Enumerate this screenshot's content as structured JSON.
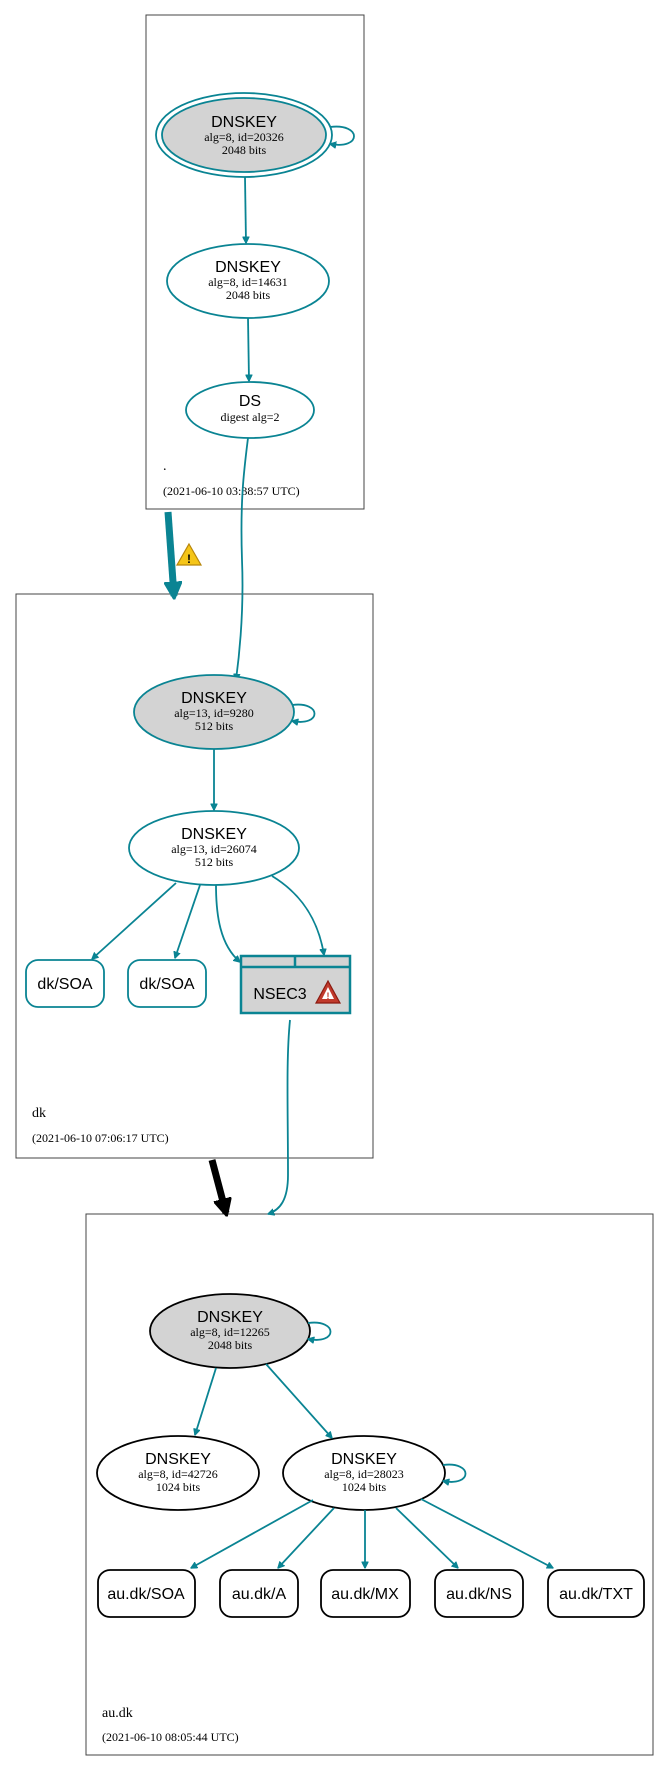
{
  "colors": {
    "teal": "#0a8493",
    "black": "#000000",
    "node_fill_gray": "#d3d3d3",
    "warning_yellow": "#f5c518",
    "warning_red": "#c0392b"
  },
  "zones": {
    "root": {
      "name": ".",
      "timestamp": "(2021-06-10 03:38:57 UTC)"
    },
    "dk": {
      "name": "dk",
      "timestamp": "(2021-06-10 07:06:17 UTC)"
    },
    "audk": {
      "name": "au.dk",
      "timestamp": "(2021-06-10 08:05:44 UTC)"
    }
  },
  "nodes": {
    "root_ksk": {
      "title": "DNSKEY",
      "line1": "alg=8, id=20326",
      "line2": "2048 bits"
    },
    "root_zsk": {
      "title": "DNSKEY",
      "line1": "alg=8, id=14631",
      "line2": "2048 bits"
    },
    "root_ds": {
      "title": "DS",
      "line1": "digest alg=2"
    },
    "dk_ksk": {
      "title": "DNSKEY",
      "line1": "alg=13, id=9280",
      "line2": "512 bits"
    },
    "dk_zsk": {
      "title": "DNSKEY",
      "line1": "alg=13, id=26074",
      "line2": "512 bits"
    },
    "dk_soa_1": {
      "label": "dk/SOA"
    },
    "dk_soa_2": {
      "label": "dk/SOA"
    },
    "dk_nsec3": {
      "label": "NSEC3"
    },
    "audk_ksk": {
      "title": "DNSKEY",
      "line1": "alg=8, id=12265",
      "line2": "2048 bits"
    },
    "audk_key_42726": {
      "title": "DNSKEY",
      "line1": "alg=8, id=42726",
      "line2": "1024 bits"
    },
    "audk_key_28023": {
      "title": "DNSKEY",
      "line1": "alg=8, id=28023",
      "line2": "1024 bits"
    },
    "audk_soa": {
      "label": "au.dk/SOA"
    },
    "audk_a": {
      "label": "au.dk/A"
    },
    "audk_mx": {
      "label": "au.dk/MX"
    },
    "audk_ns": {
      "label": "au.dk/NS"
    },
    "audk_txt": {
      "label": "au.dk/TXT"
    }
  },
  "icons": {
    "delegation_warning": "warning-triangle-icon",
    "nsec3_error": "error-triangle-icon"
  }
}
